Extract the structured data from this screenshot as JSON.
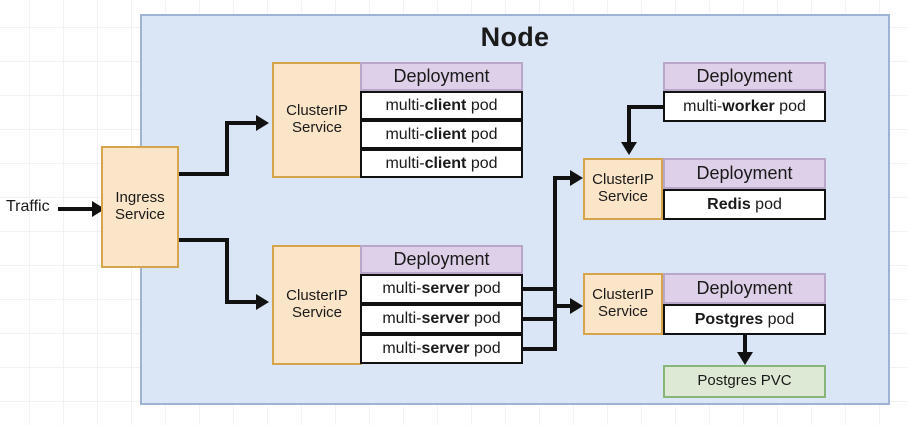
{
  "diagram": {
    "title": "Node",
    "traffic_label": "Traffic",
    "ingress": {
      "line1": "Ingress",
      "line2": "Service"
    },
    "service_label": {
      "line1": "ClusterIP",
      "line2": "Service"
    },
    "deployment_label": "Deployment",
    "groups": {
      "client": {
        "deployment": "Deployment",
        "pods": [
          {
            "prefix": "multi-",
            "name": "client",
            "suffix": " pod"
          },
          {
            "prefix": "multi-",
            "name": "client",
            "suffix": " pod"
          },
          {
            "prefix": "multi-",
            "name": "client",
            "suffix": " pod"
          }
        ]
      },
      "server": {
        "deployment": "Deployment",
        "pods": [
          {
            "prefix": "multi-",
            "name": "server",
            "suffix": " pod"
          },
          {
            "prefix": "multi-",
            "name": "server",
            "suffix": " pod"
          },
          {
            "prefix": "multi-",
            "name": "server",
            "suffix": " pod"
          }
        ]
      },
      "worker": {
        "deployment": "Deployment",
        "pods": [
          {
            "prefix": "multi-",
            "name": "worker",
            "suffix": " pod"
          }
        ]
      },
      "redis": {
        "deployment": "Deployment",
        "pods": [
          {
            "prefix": "",
            "name": "Redis",
            "suffix": " pod"
          }
        ]
      },
      "postgres": {
        "deployment": "Deployment",
        "pods": [
          {
            "prefix": "",
            "name": "Postgres",
            "suffix": " pod"
          }
        ],
        "pvc": "Postgres PVC"
      }
    },
    "colors": {
      "node_panel_fill": "#dae5f5",
      "node_panel_border": "#9fb4d4",
      "service_fill": "#fbe5c8",
      "service_border": "#d6a44c",
      "deployment_fill": "#ddd0e8",
      "deployment_border": "#b9a7c9",
      "pod_fill": "#ffffff",
      "pod_border": "#111111",
      "pvc_fill": "#dde9d5",
      "pvc_border": "#88b578",
      "connector": "#111111"
    }
  }
}
